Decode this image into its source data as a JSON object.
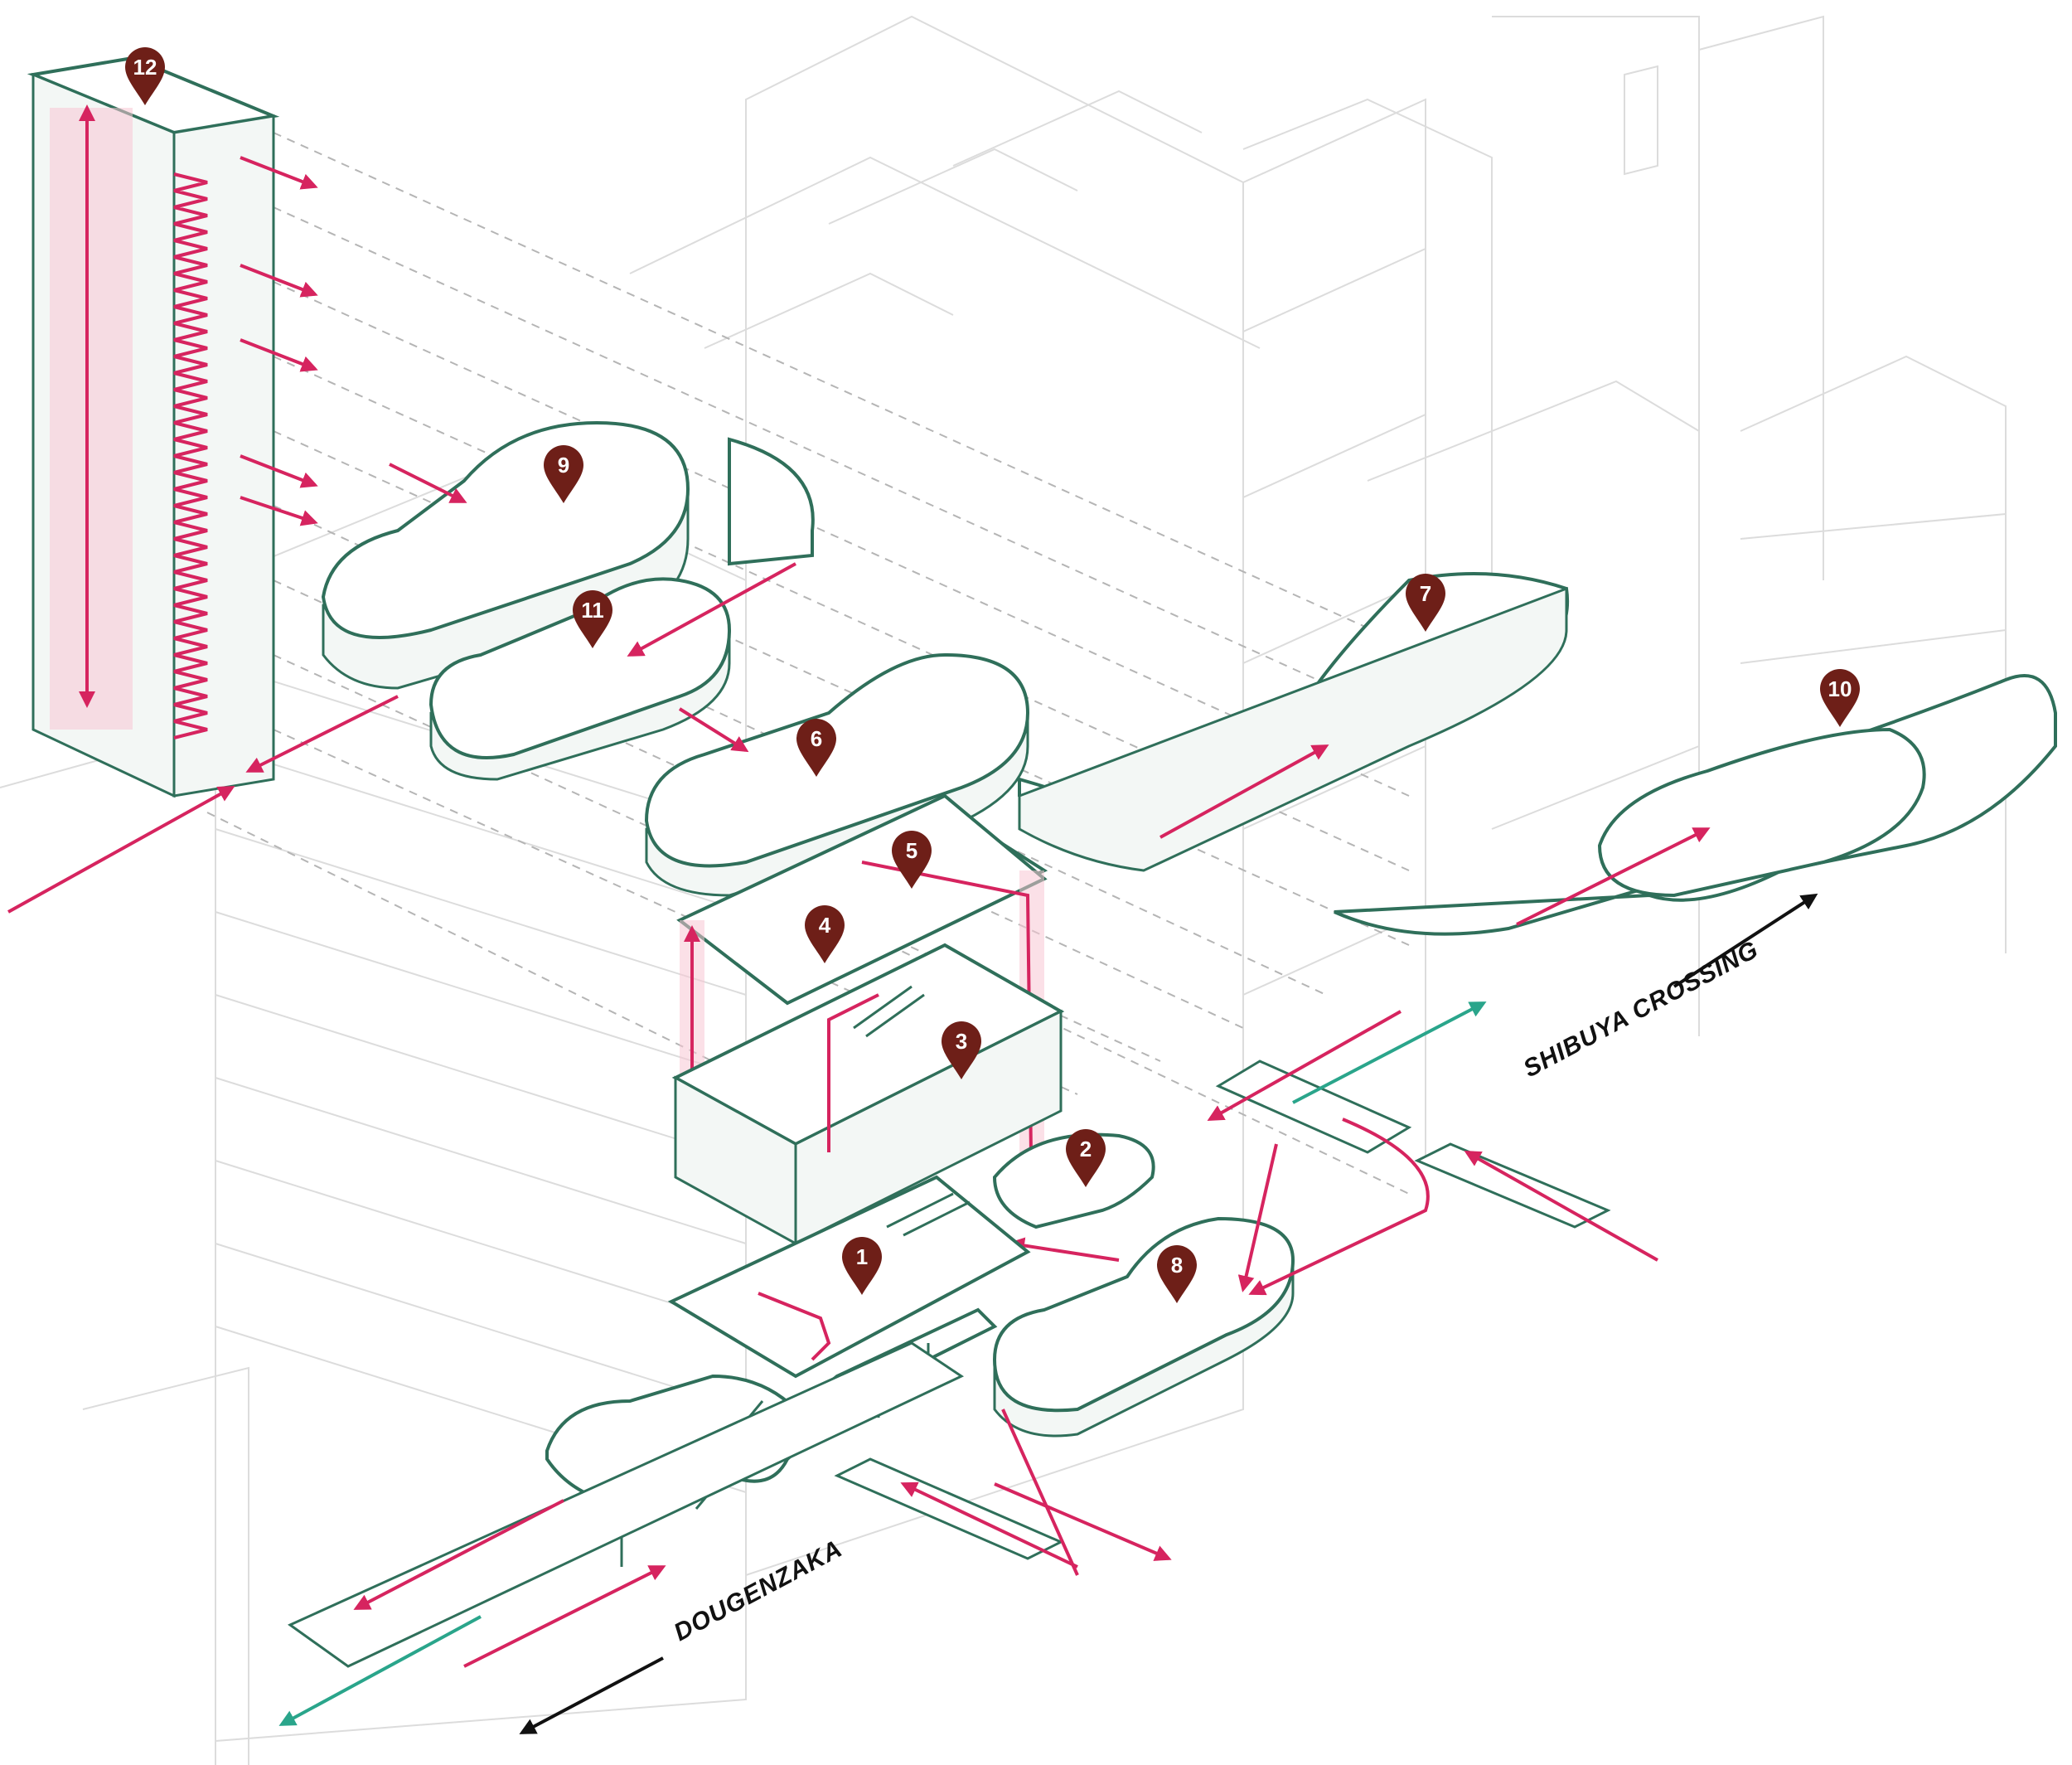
{
  "markers": [
    {
      "id": "marker-1",
      "label": "1"
    },
    {
      "id": "marker-2",
      "label": "2"
    },
    {
      "id": "marker-3",
      "label": "3"
    },
    {
      "id": "marker-4",
      "label": "4"
    },
    {
      "id": "marker-5",
      "label": "5"
    },
    {
      "id": "marker-6",
      "label": "6"
    },
    {
      "id": "marker-7",
      "label": "7"
    },
    {
      "id": "marker-8",
      "label": "8"
    },
    {
      "id": "marker-9",
      "label": "9"
    },
    {
      "id": "marker-10",
      "label": "10"
    },
    {
      "id": "marker-11",
      "label": "11"
    },
    {
      "id": "marker-12",
      "label": "12"
    }
  ],
  "streets": {
    "shibuya_crossing": "SHIBUYA CROSSING",
    "dougenzaka": "DOUGENZAKA"
  },
  "colors": {
    "marker": "#6e1f18",
    "flow_primary": "#d6245f",
    "flow_secondary": "#2aa58b",
    "structure": "#2f6f5a",
    "direction_arrow": "#111111"
  }
}
